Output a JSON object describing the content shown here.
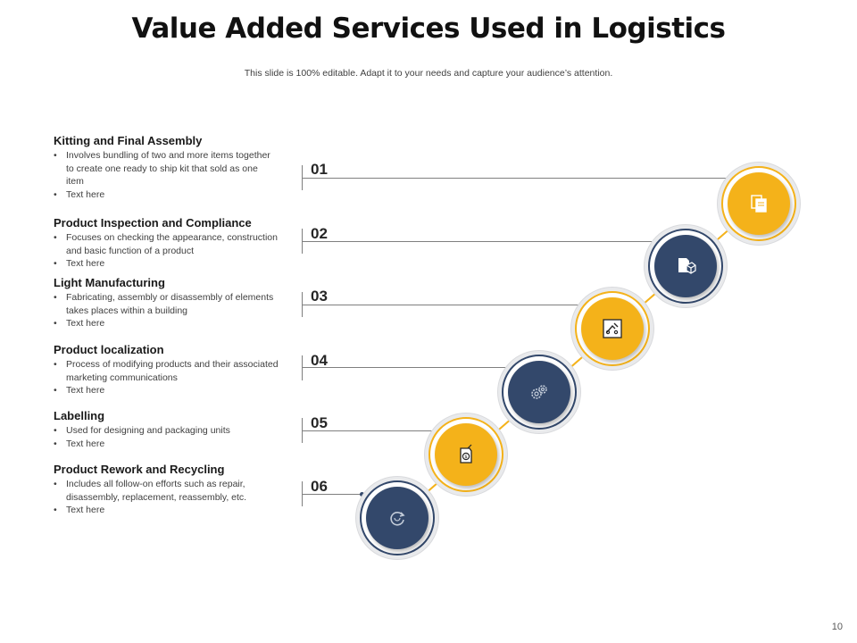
{
  "title": "Value Added Services Used in Logistics",
  "subtitle": "This slide is 100% editable. Adapt it to your needs and capture your audience’s attention.",
  "items": [
    {
      "title": "Kitting and Final Assembly",
      "bullets": [
        "Involves bundling of two and  more items together to create one ready to ship kit that sold as one item",
        "Text here"
      ],
      "number": "01",
      "icon": "documents-icon",
      "color": "#f4b21a"
    },
    {
      "title": "Product Inspection and Compliance",
      "bullets": [
        "Focuses on checking the appearance, construction and basic function of a product",
        "Text here"
      ],
      "number": "02",
      "icon": "box-document-icon",
      "color": "#33486b"
    },
    {
      "title": "Light Manufacturing",
      "bullets": [
        "Fabricating, assembly or disassembly of elements takes places within a building",
        "Text here"
      ],
      "number": "03",
      "icon": "tools-icon",
      "color": "#f4b21a"
    },
    {
      "title": "Product localization",
      "bullets": [
        "Process of modifying products and their associated marketing communications",
        "Text here"
      ],
      "number": "04",
      "icon": "gears-icon",
      "color": "#33486b"
    },
    {
      "title": "Labelling",
      "bullets": [
        "Used for designing and packaging units",
        "Text here"
      ],
      "number": "05",
      "icon": "price-tag-icon",
      "color": "#f4b21a"
    },
    {
      "title": "Product Rework and Recycling",
      "bullets": [
        "Includes all follow-on efforts such as repair, disassembly, replacement, reassembly, etc.",
        "Text here"
      ],
      "number": "06",
      "icon": "recycle-icon",
      "color": "#33486b"
    }
  ],
  "page_number": "10"
}
